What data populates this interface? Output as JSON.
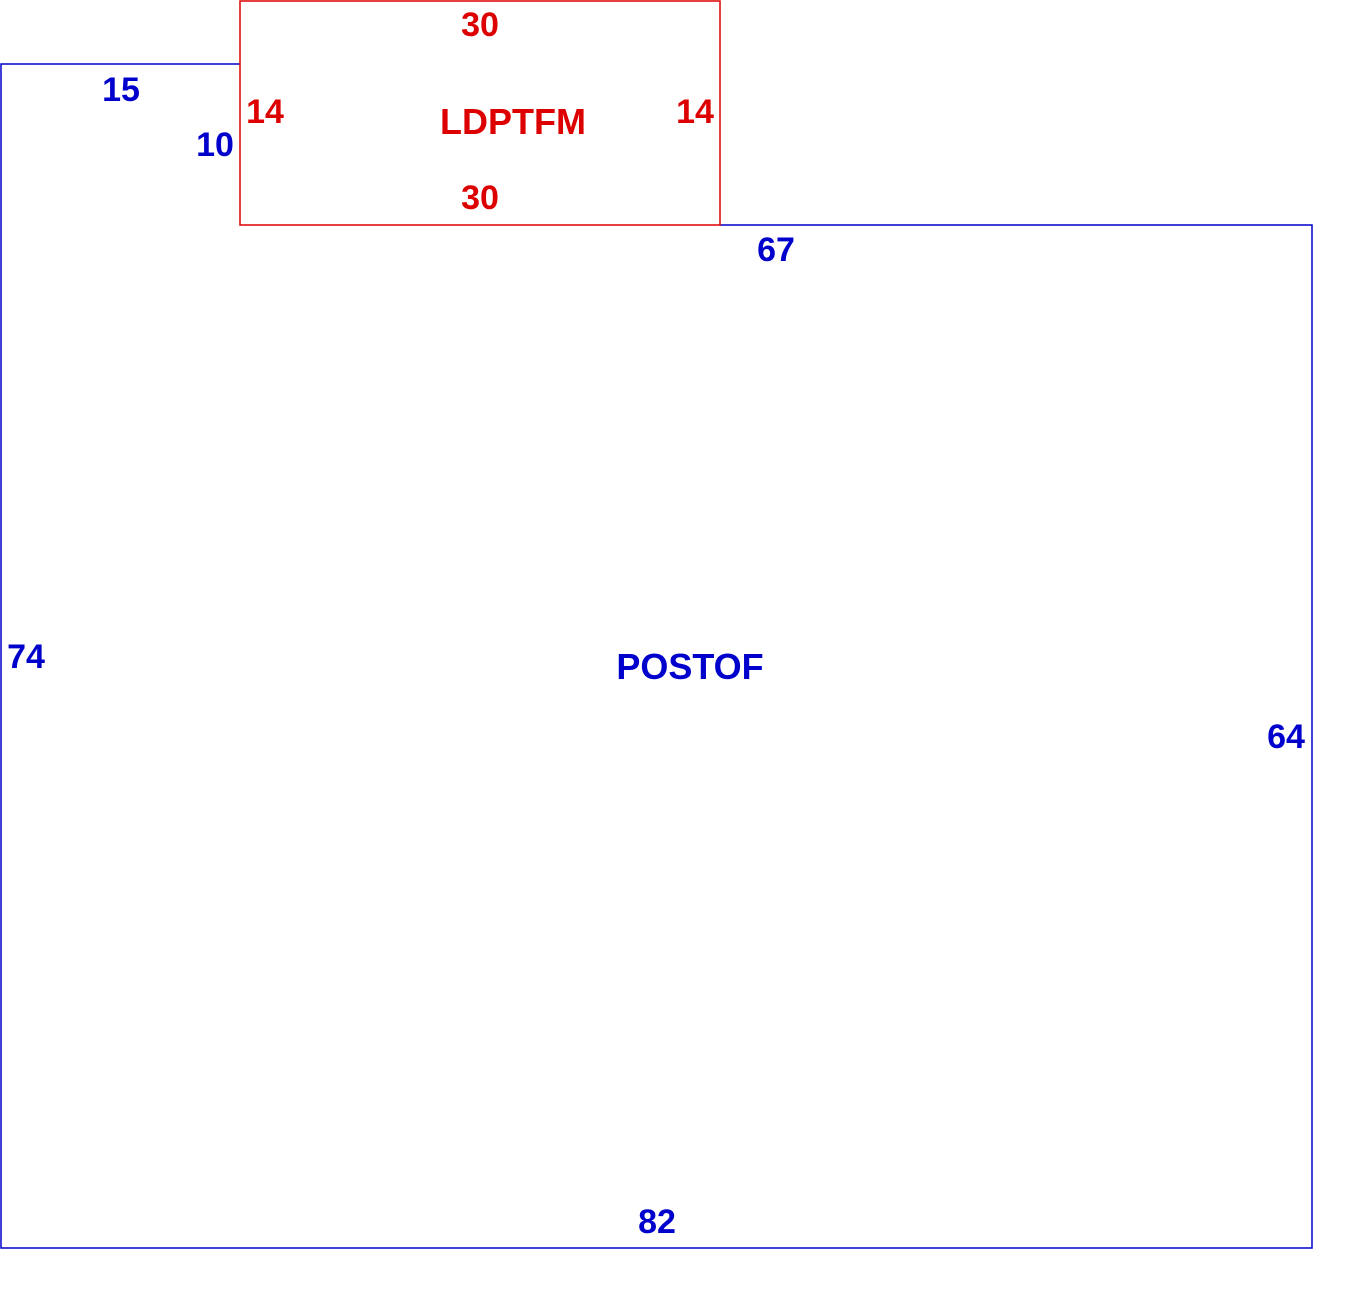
{
  "main_area": {
    "name": "POSTOF",
    "color": "#0000cc",
    "dimensions": {
      "top_left": "15",
      "top_right": "67",
      "step": "10",
      "left": "74",
      "right": "64",
      "bottom": "82"
    }
  },
  "sub_area": {
    "name": "LDPTFM",
    "color": "#dd0000",
    "dimensions": {
      "top": "30",
      "bottom": "30",
      "left": "14",
      "right": "14"
    }
  }
}
